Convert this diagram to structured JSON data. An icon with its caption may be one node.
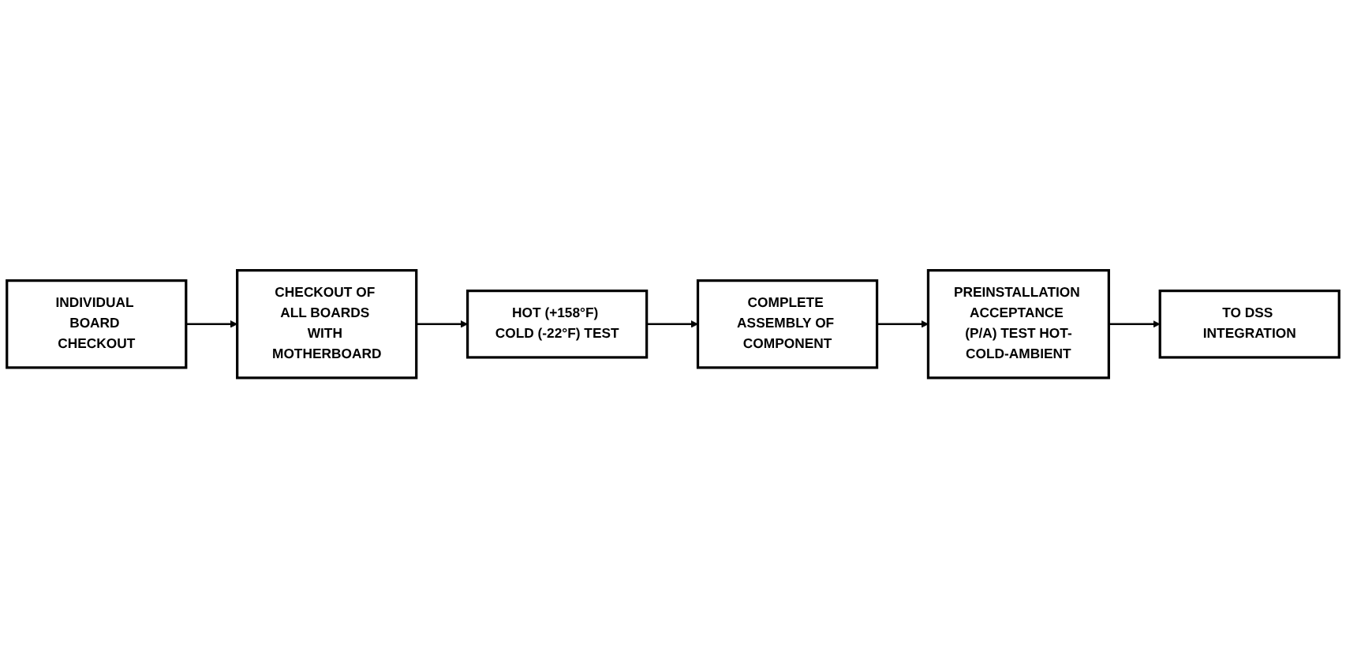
{
  "diagram": {
    "nodes": [
      {
        "text": [
          "INDIVIDUAL BOARD CHECKOUT"
        ]
      },
      {
        "text": [
          "CHECKOUT OF ALL BOARDS WITH MOTHERBOARD"
        ]
      },
      {
        "text": [
          "HOT (+158°F) COLD (-22°F) TEST"
        ]
      },
      {
        "text": [
          "COMPLETE ASSEMBLY OF COMPONENT"
        ]
      },
      {
        "text": [
          "PREINSTALLATION ACCEPTANCE (P/A) TEST HOT-COLD-AMBIENT"
        ]
      },
      {
        "text": [
          "TO DSS INTEGRATION"
        ]
      }
    ],
    "edges": [
      {
        "from": 0,
        "to": 1,
        "arrow": "to"
      },
      {
        "from": 1,
        "to": 2,
        "arrow": "to"
      },
      {
        "from": 2,
        "to": 3,
        "arrow": "to"
      },
      {
        "from": 3,
        "to": 4,
        "arrow": "to"
      },
      {
        "from": 4,
        "to": 5,
        "arrow": "to"
      }
    ]
  }
}
